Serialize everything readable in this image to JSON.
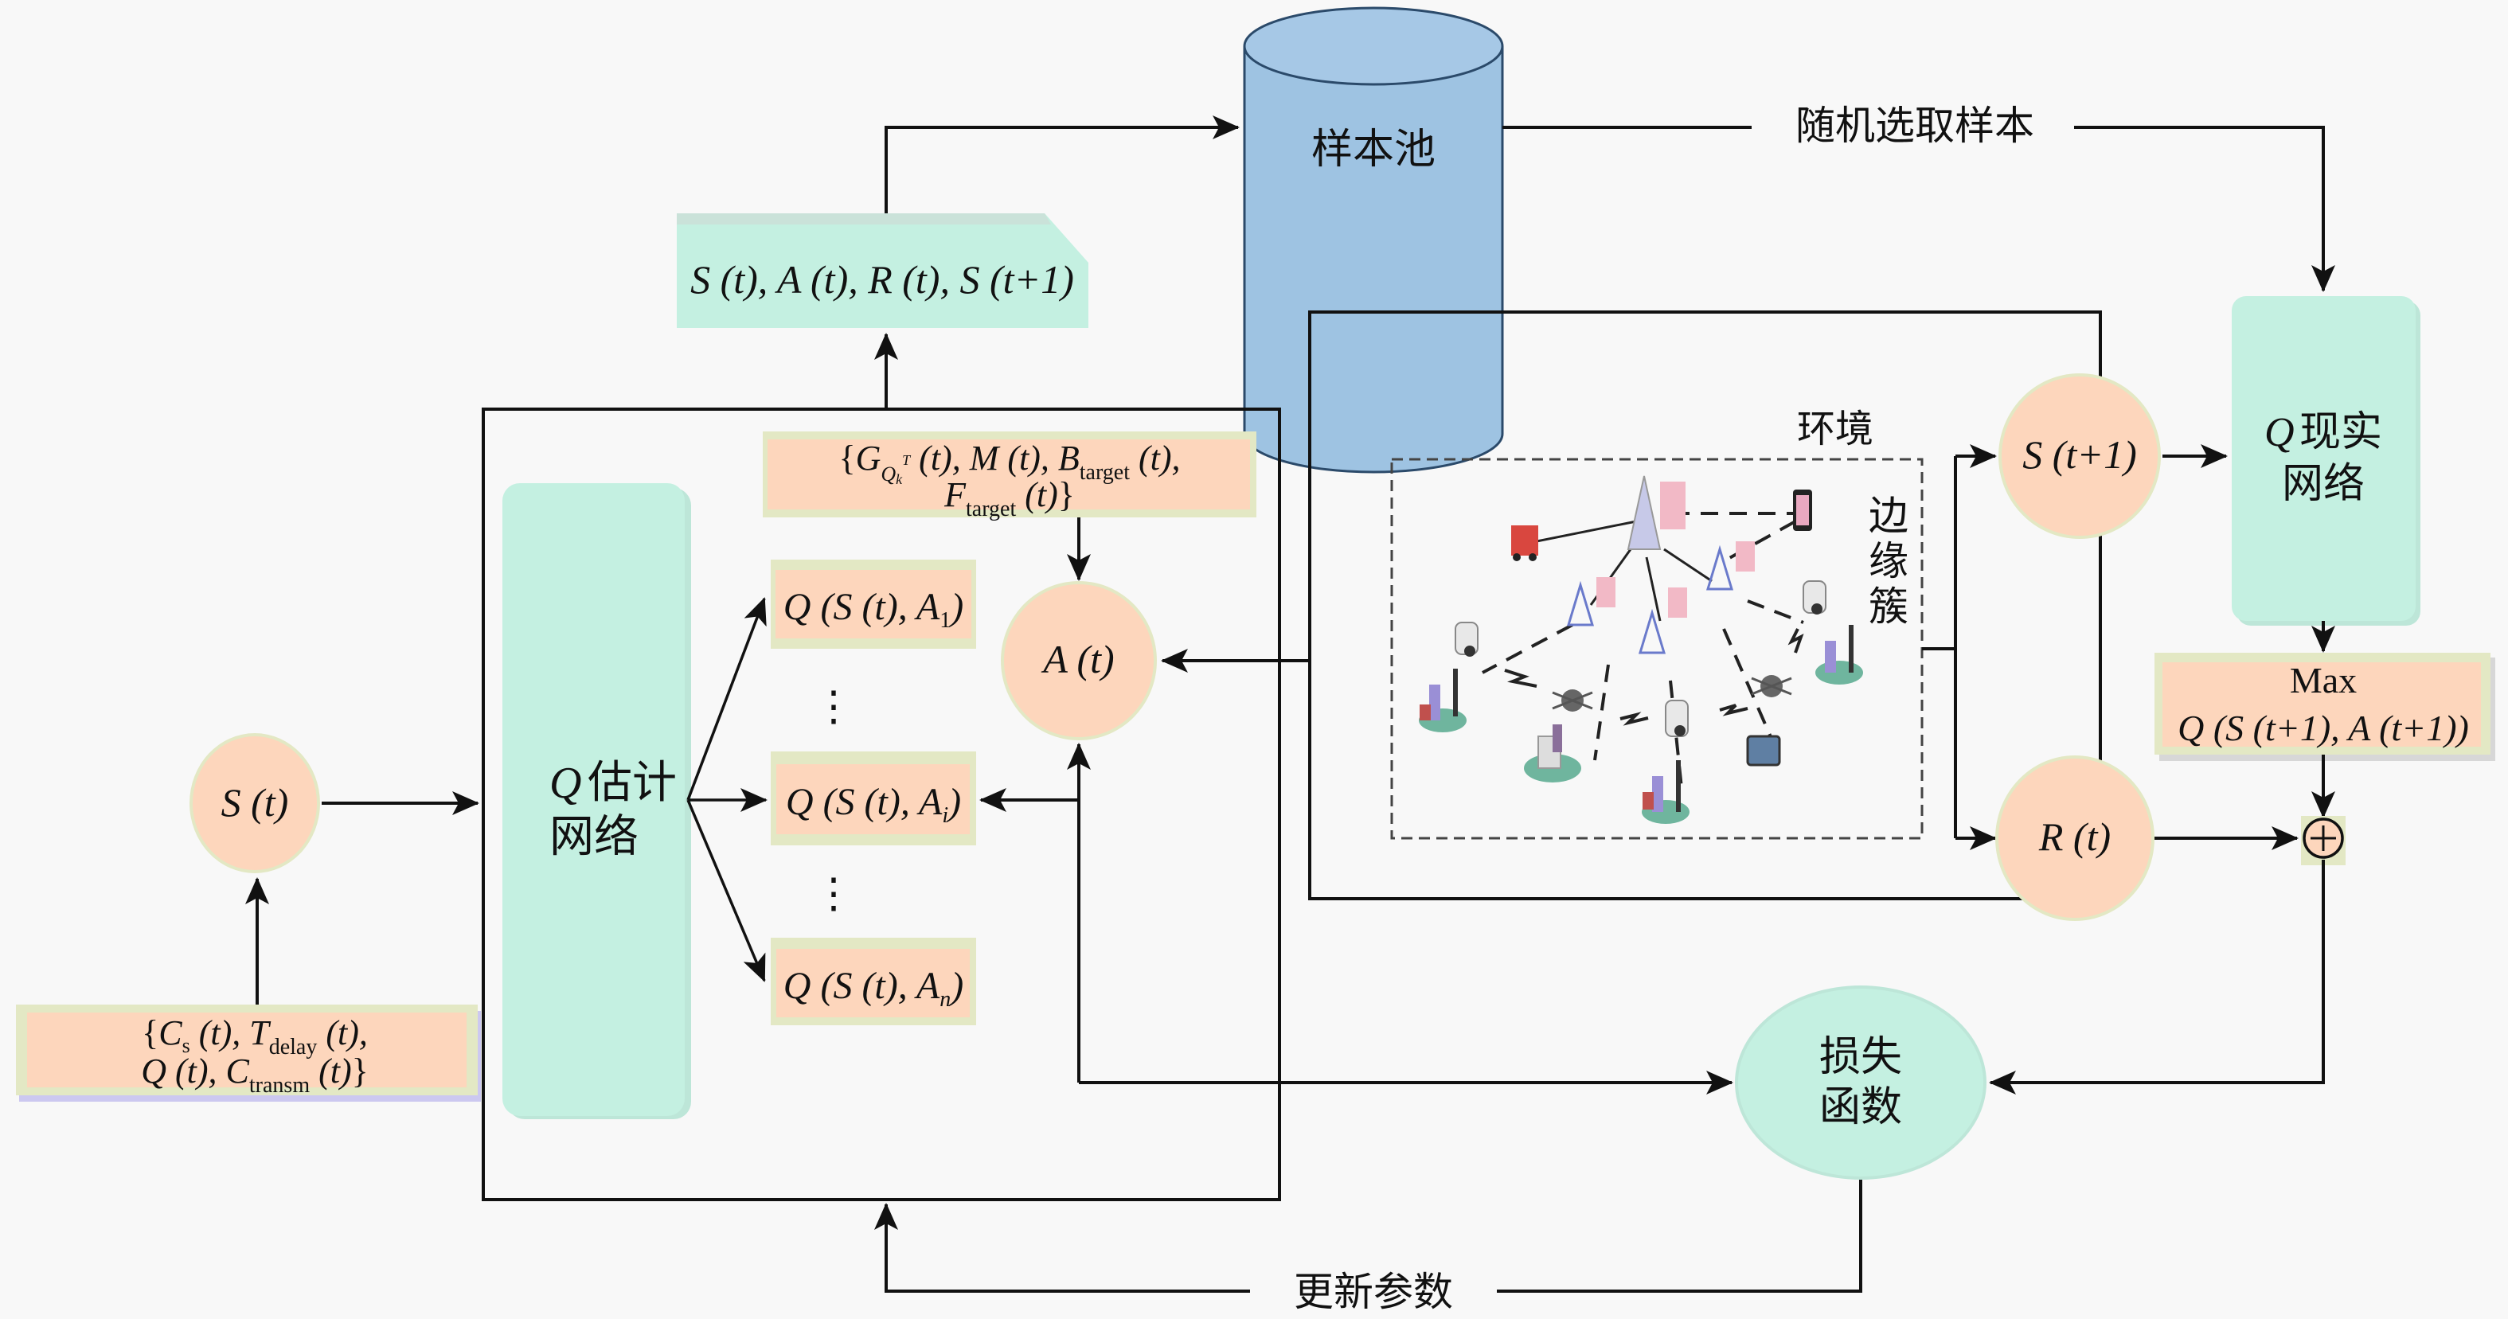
{
  "diagram": {
    "title": "DQN-based edge cluster decision framework",
    "colors": {
      "background": "#f8f8f8",
      "orange_node": "#fdd6bc",
      "teal_node": "#c4f0e1",
      "cylinder": "#9ec3e2",
      "line": "#111111"
    },
    "sample_pool": {
      "label": "样本池"
    },
    "random_sampling": {
      "label": "随机选取样本"
    },
    "transition": {
      "label": "S (t), A (t), R (t), S (t+1)"
    },
    "state_inputs": {
      "line1": "{C_s (t), T_delay (t),",
      "line2": "Q (t), C_transm (t)}"
    },
    "state": {
      "label": "S (t)"
    },
    "q_estimate_net": {
      "line1": "Q 估计",
      "line2": "网络"
    },
    "action_inputs": {
      "line1": "{G_{Q_k^T} (t), M (t), B_target (t),",
      "line2": "F_target (t)}"
    },
    "q_values": [
      {
        "label": "Q (S (t), A_1)",
        "sub": "1"
      },
      {
        "label": "Q (S (t), A_i)",
        "sub": "i"
      },
      {
        "label": "Q (S (t), A_n)",
        "sub": "n"
      }
    ],
    "ellipsis": "⋮",
    "action": {
      "label": "A (t)"
    },
    "environment": {
      "label": "环境",
      "cluster_label": "边缘簇",
      "devices": [
        "base-station-main",
        "fire-truck",
        "smartphone",
        "base-station-1",
        "base-station-2",
        "base-station-3",
        "camera-1",
        "camera-2",
        "camera-3",
        "factory-1",
        "factory-2",
        "factory-3",
        "plant",
        "drone-1",
        "drone-2",
        "server"
      ]
    },
    "next_state": {
      "label": "S (t+1)"
    },
    "reward": {
      "label": "R (t)"
    },
    "q_target_net": {
      "line1": "Q 现实",
      "line2": "网络"
    },
    "max_q": {
      "line1": "Max",
      "line2": "Q (S (t+1), A (t+1))"
    },
    "sum_op": {
      "symbol": "+"
    },
    "loss": {
      "line1": "损失",
      "line2": "函数"
    },
    "update_params": {
      "label": "更新参数"
    }
  }
}
